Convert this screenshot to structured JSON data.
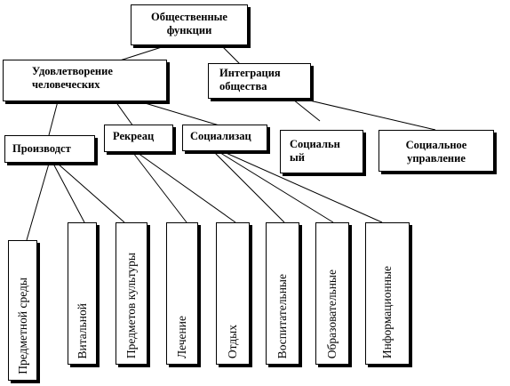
{
  "root": {
    "line1": "Общественные",
    "line2": "функции"
  },
  "level1": {
    "left": {
      "line1": "Удовлетворение",
      "line2": "человеческих"
    },
    "right": {
      "line1": "Интеграция",
      "line2": "общества"
    }
  },
  "level2": {
    "production": "Производст",
    "recreation": "Рекреац",
    "socialization": "Социализац",
    "social_control": {
      "line1": "Социальн",
      "line2": "ый"
    },
    "social_management": {
      "line1": "Социальное",
      "line2": "управление"
    }
  },
  "leaves": [
    "Предметной среды",
    "Витальной",
    "Предметов культуры",
    "Лечение",
    "Отдых",
    "Воспитательные",
    "Образовательные",
    "Информационные"
  ]
}
